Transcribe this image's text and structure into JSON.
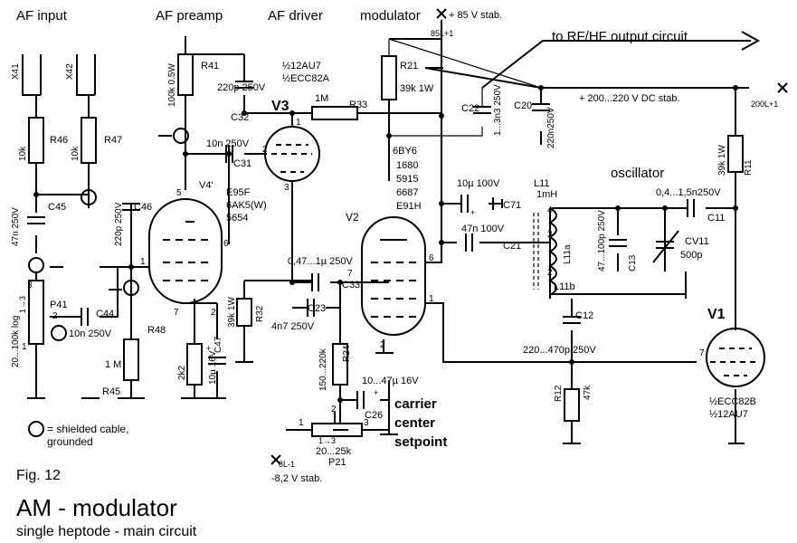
{
  "sections": {
    "af_input": "AF input",
    "af_preamp": "AF preamp",
    "af_driver": "AF driver",
    "modulator": "modulator",
    "oscillator": "oscillator",
    "to_output": "to RF/HF output circuit"
  },
  "supplies": {
    "plus85": "+ 85 V stab.",
    "n85": "85L+1",
    "plus200": "+ 200...220 V DC stab.",
    "n200": "200L+1",
    "minus8": "-8,2 V stab.",
    "n8": "8L-1"
  },
  "connectors": {
    "x41": "X41",
    "x42": "X42",
    "p1": "1",
    "p2": "2"
  },
  "tubes": {
    "v1": {
      "label": "V1",
      "type1": "½ECC82B",
      "type2": "½12AU7",
      "pin": "7"
    },
    "v2": {
      "label": "V2",
      "types": [
        "6BY6",
        "1680",
        "5915",
        "6687",
        "E91H"
      ]
    },
    "v3": {
      "label": "V3",
      "type1": "½12AU7",
      "type2": "½ECC82A"
    },
    "v4": {
      "label": "V4'",
      "types": [
        "E95F",
        "6AK5(W)",
        "5654"
      ]
    }
  },
  "pins": {
    "v2_6": "6",
    "v2_7": "7",
    "v2_1": "1",
    "v2_2": "2",
    "v3_1": "1",
    "v3_2": "2",
    "v3_3": "3",
    "v4_5": "5",
    "v4_6": "6",
    "v4_1": "1",
    "v4_7": "7",
    "v4_2": "2",
    "l11_4": "4",
    "l11_3": "3",
    "l11_2": "2",
    "p21_1": "1",
    "p21_2": "2",
    "p21_3": "3",
    "p41_1": "1",
    "p41_2": "2",
    "p41_3": "3"
  },
  "resistors": {
    "r41": {
      "name": "R41",
      "value": "100k 0.5W"
    },
    "r46": {
      "name": "R46",
      "value": "10k"
    },
    "r47": {
      "name": "R47",
      "value": "10k"
    },
    "r33": {
      "name": "R33",
      "value": "1M"
    },
    "r21": {
      "name": "R21",
      "value": "39k 1W"
    },
    "r11": {
      "name": "R11",
      "value": "39k 1W"
    },
    "r32": {
      "name": "R32",
      "value": "39k 1W"
    },
    "r24": {
      "name": "R24",
      "value": "150...220k"
    },
    "r48": {
      "name": "R48",
      "value": "2k2"
    },
    "r45": {
      "name": "R45",
      "value": "1 M"
    },
    "r12": {
      "name": "R12",
      "value": "47k"
    }
  },
  "capacitors": {
    "c32": {
      "name": "C32",
      "value": "220p 250V"
    },
    "c31": {
      "name": "C31",
      "value": "10n 250V"
    },
    "c22": {
      "name": "C22",
      "value": "1...3n3 250V"
    },
    "c20": {
      "name": "C20",
      "value": "220n250V"
    },
    "c45": {
      "name": "C45",
      "value": "47n 250V"
    },
    "c46": {
      "name": "C46",
      "value": "220p 250V"
    },
    "c44": {
      "name": "C44",
      "value": "10n 250V"
    },
    "c47": {
      "name": "C47",
      "value": "10µ 16V",
      "plus": "+"
    },
    "c71": {
      "name": "C71",
      "value": "10µ 100V",
      "plus": "+"
    },
    "c21": {
      "name": "C21",
      "value": "47n 100V"
    },
    "c33": {
      "name": "C33",
      "value": "0,47...1µ 250V"
    },
    "c23": {
      "name": "C23",
      "value": "4n7 250V"
    },
    "c26": {
      "name": "C26",
      "value": "10...47µ 16V",
      "plus": "+"
    },
    "c11": {
      "name": "C11",
      "value": "0,4...1,5n250V"
    },
    "c13": {
      "name": "C13",
      "value": "47...100p 250V"
    },
    "cv11": {
      "name": "CV11",
      "value": "500p"
    },
    "c12": {
      "name": "C12",
      "value": "220...470p 250V"
    }
  },
  "inductor": {
    "name": "L11",
    "value": "1mH",
    "tap_a": "L11a",
    "tap_b": "L11b"
  },
  "pots": {
    "p41": {
      "name": "P41",
      "value": "20...100k log",
      "ratio": "1→3"
    },
    "p21": {
      "name": "P21",
      "value": "20...25k",
      "ratio": "1→3"
    }
  },
  "carrier": [
    "carrier",
    "center",
    "setpoint"
  ],
  "legend": {
    "line1": "= shielded cable,",
    "line2": "grounded"
  },
  "fig": "Fig. 12",
  "title": "AM - modulator",
  "subtitle": "single heptode - main circuit"
}
